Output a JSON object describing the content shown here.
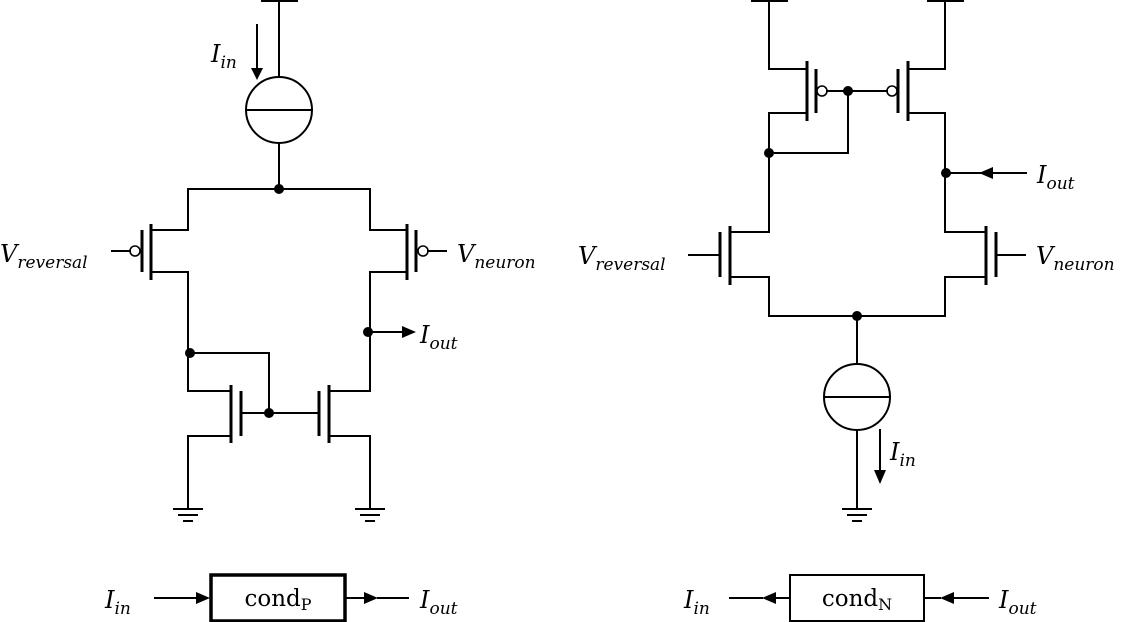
{
  "left_circuit": {
    "current_in": {
      "sym": "I",
      "sub": "in"
    },
    "gate_left": {
      "sym": "V",
      "sub": "reversal"
    },
    "gate_right": {
      "sym": "V",
      "sub": "neuron"
    },
    "current_out": {
      "sym": "I",
      "sub": "out"
    }
  },
  "right_circuit": {
    "current_out": {
      "sym": "I",
      "sub": "out"
    },
    "gate_left": {
      "sym": "V",
      "sub": "reversal"
    },
    "gate_right": {
      "sym": "V",
      "sub": "neuron"
    },
    "current_in": {
      "sym": "I",
      "sub": "in"
    }
  },
  "block_p": {
    "in_label": {
      "sym": "I",
      "sub": "in"
    },
    "name": "cond",
    "name_sub": "P",
    "out_label": {
      "sym": "I",
      "sub": "out"
    }
  },
  "block_n": {
    "in_label": {
      "sym": "I",
      "sub": "in"
    },
    "name": "cond",
    "name_sub": "N",
    "out_label": {
      "sym": "I",
      "sub": "out"
    }
  }
}
